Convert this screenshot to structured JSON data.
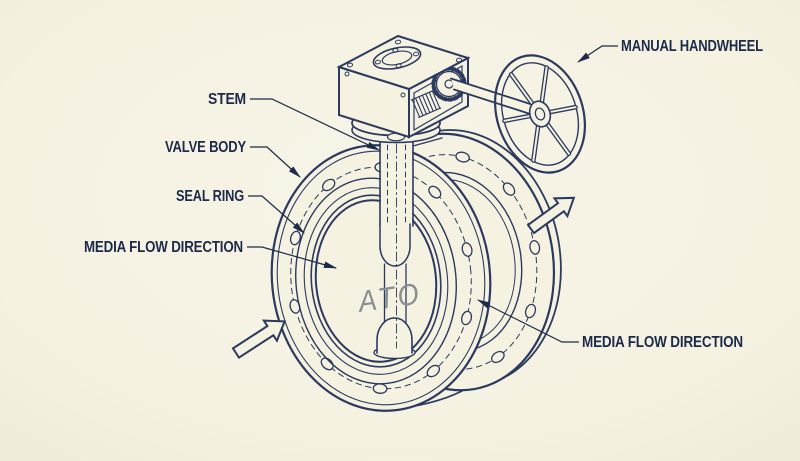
{
  "meta": {
    "description": "Technical line diagram of a flanged butterfly valve with manual handwheel gear operator",
    "background_color": "#f5f2e2",
    "line_color": "#2b3a5e",
    "label_color": "#1c2b49",
    "watermark_color": "#8a8f93"
  },
  "labels": {
    "stem": "STEM",
    "valve_body": "VALVE BODY",
    "seal_ring": "SEAL RING",
    "media_flow_left": "MEDIA FLOW DIRECTION",
    "manual_handwheel": "MANUAL HANDWHEEL",
    "media_flow_right": "MEDIA FLOW DIRECTION",
    "watermark": "ATO"
  }
}
